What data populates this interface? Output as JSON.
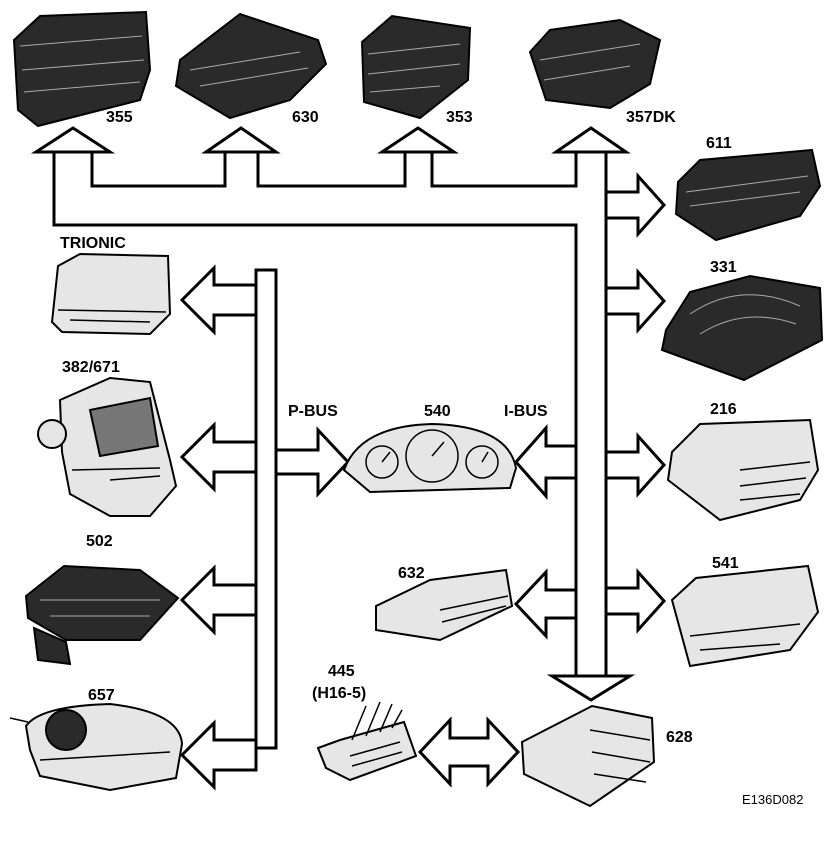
{
  "labels": {
    "m355": "355",
    "m630": "630",
    "m353": "353",
    "m357dk": "357DK",
    "m611": "611",
    "m331": "331",
    "trionic": "TRIONIC",
    "m382": "382/671",
    "m216": "216",
    "pbus": "P-BUS",
    "m540": "540",
    "ibus": "I-BUS",
    "m502": "502",
    "m632": "632",
    "m541": "541",
    "m445": "445",
    "m445sub": "(H16-5)",
    "m657": "657",
    "m628": "628",
    "figure_id": "E136D082"
  }
}
